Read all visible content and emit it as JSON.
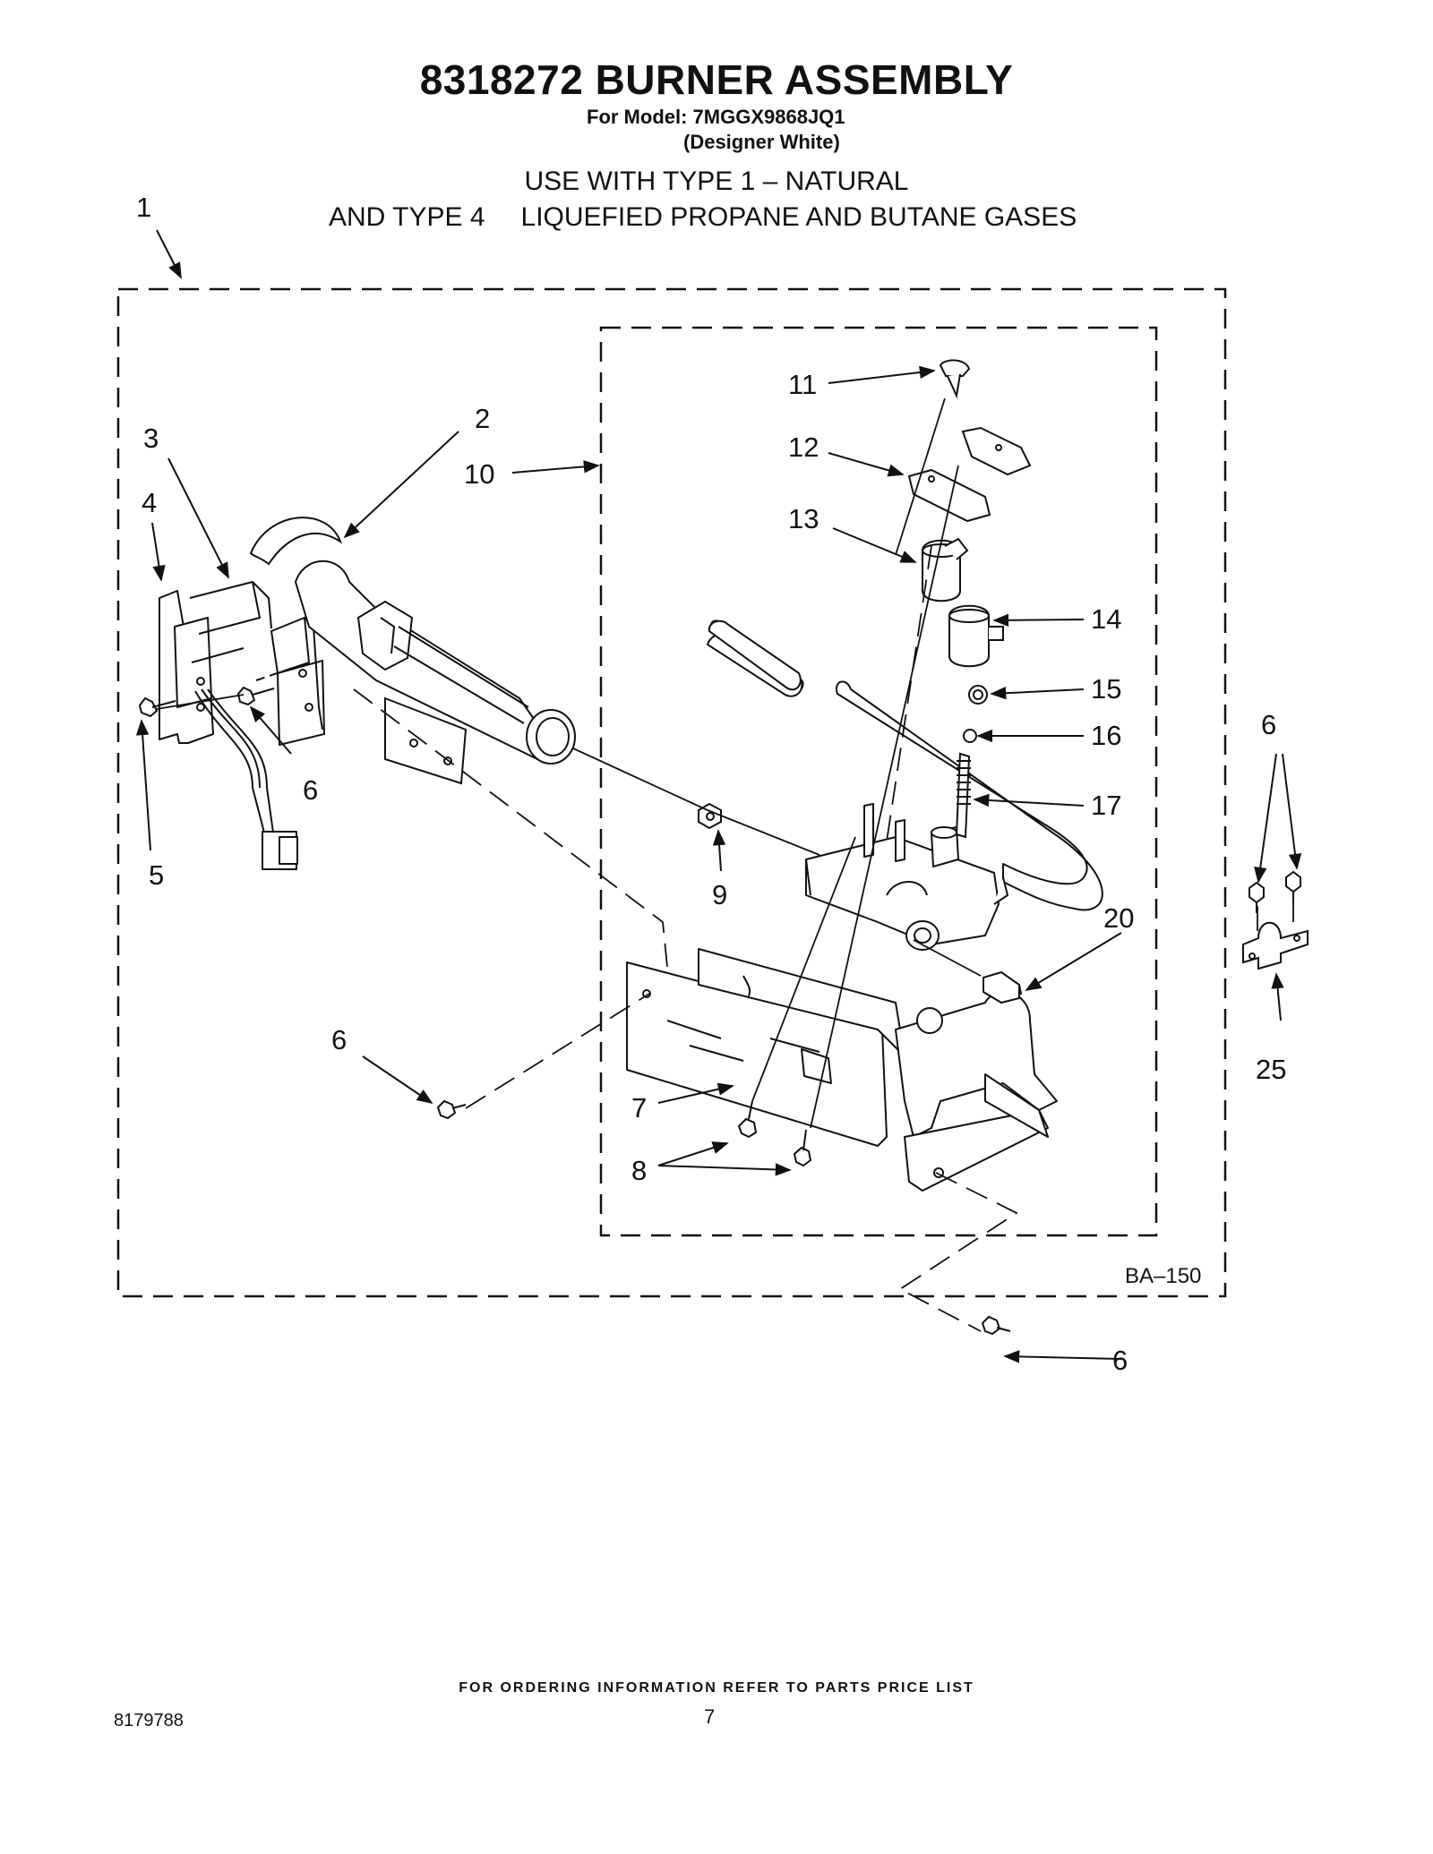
{
  "header": {
    "title": "8318272 BURNER ASSEMBLY",
    "model_line": "For Model: 7MGGX9868JQ1",
    "variant_line": "(Designer White)",
    "usage_line_1": "USE WITH TYPE 1 –  NATURAL",
    "usage_line_2a": "AND TYPE 4",
    "usage_line_2b": "LIQUEFIED PROPANE AND BUTANE GASES"
  },
  "diagram": {
    "reference_code": "BA–150",
    "callouts": [
      "1",
      "2",
      "3",
      "4",
      "5",
      "6",
      "6",
      "6",
      "6",
      "6",
      "7",
      "8",
      "9",
      "10",
      "11",
      "12",
      "13",
      "14",
      "15",
      "16",
      "17",
      "20",
      "25"
    ]
  },
  "footer": {
    "ordering_note": "FOR ORDERING INFORMATION REFER TO PARTS PRICE LIST",
    "document_number": "8179788",
    "page_number": "7"
  }
}
